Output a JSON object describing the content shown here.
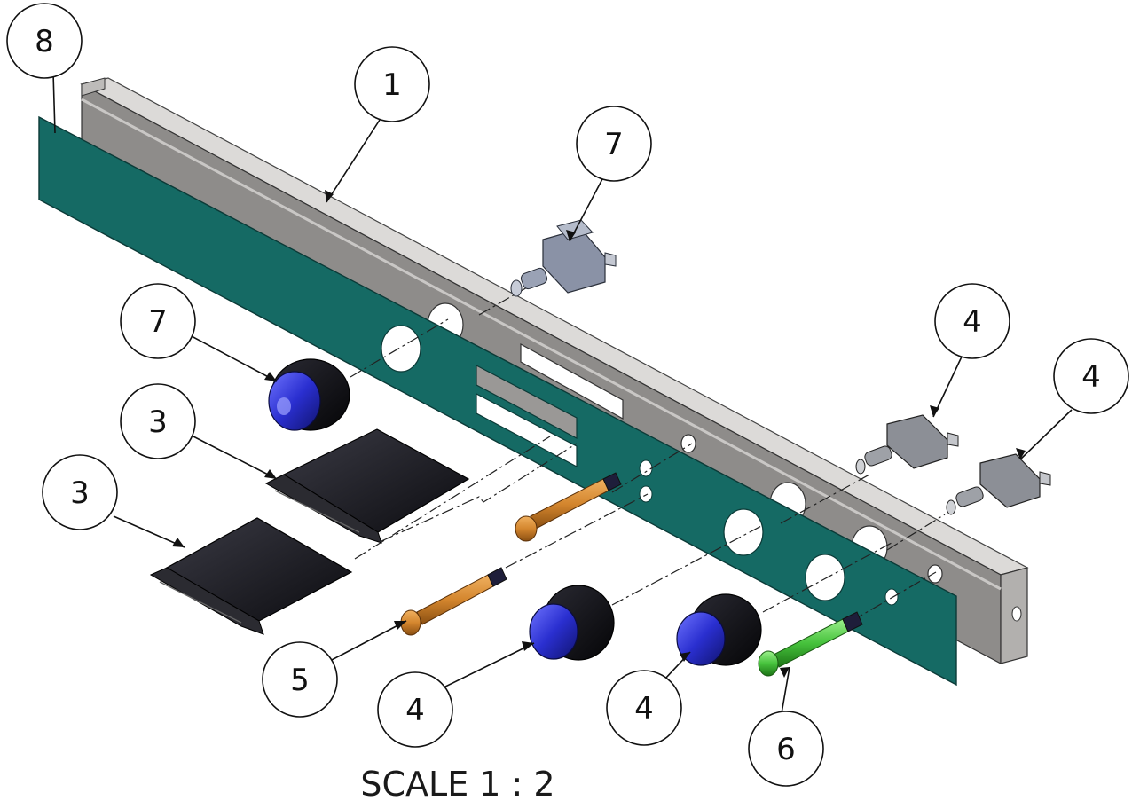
{
  "drawing": {
    "scale_label": "SCALE 1 : 2",
    "balloons": [
      "8",
      "1",
      "7",
      "7",
      "4",
      "4",
      "3",
      "3",
      "5",
      "4",
      "4",
      "6"
    ]
  },
  "colors": {
    "panel": "#156a64",
    "bracket_face": "#8e8c8a",
    "bracket_top": "#cfcdcb",
    "cap": "#1b1b1f",
    "button_blue": "#2a2fd0",
    "indicator_orange": "#d4862e",
    "indicator_green": "#46c23c",
    "switch_body": "#8a92a6"
  }
}
